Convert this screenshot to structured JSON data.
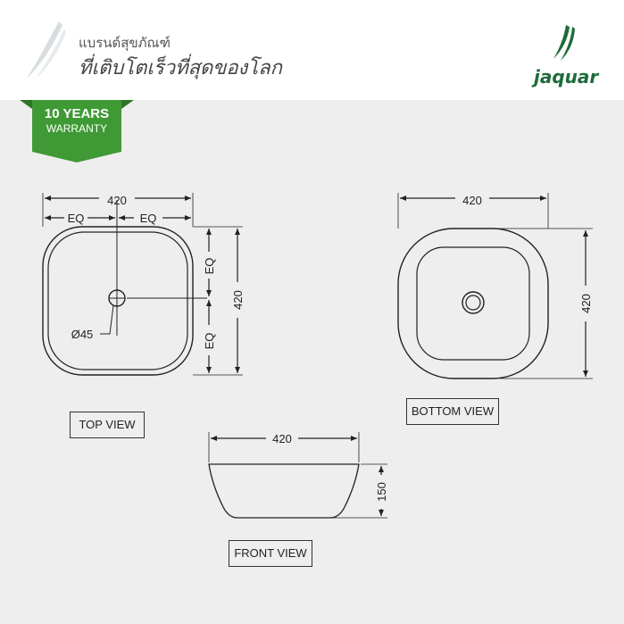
{
  "header": {
    "tagline_line1": "แบรนด์สุขภัณฑ์",
    "tagline_line2": "ที่เติบโตเร็วที่สุดของโลก",
    "brand_name": "jaquar",
    "logo_icon": "jaquar-swoosh-icon",
    "brand_color": "#1e6b3a"
  },
  "badge": {
    "line1": "10 YEARS",
    "line2": "WARRANTY",
    "color": "#3f9a35"
  },
  "top_view": {
    "label": "TOP VIEW",
    "width_dim": "420",
    "depth_dim": "420",
    "eq_left": "EQ",
    "eq_right": "EQ",
    "eq_top": "EQ",
    "eq_bottom": "EQ",
    "drain_dim": "Ø45"
  },
  "bottom_view": {
    "label": "BOTTOM VIEW",
    "width_dim": "420",
    "depth_dim": "420"
  },
  "front_view": {
    "label": "FRONT VIEW",
    "width_dim": "420",
    "height_dim": "150"
  }
}
